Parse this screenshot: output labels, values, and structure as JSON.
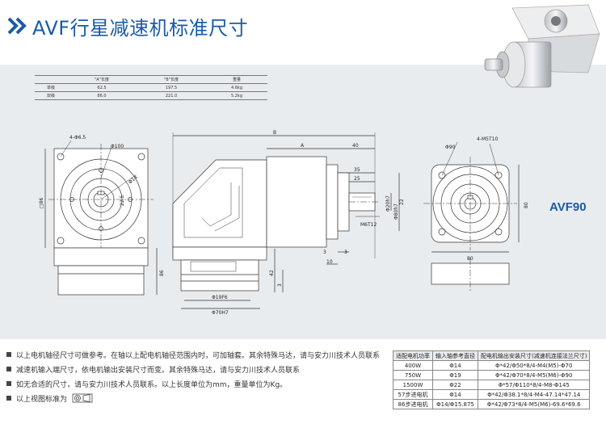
{
  "page_title": "AVF行星减速机标准尺寸",
  "model_label": "AVF90",
  "spec_table": {
    "headers": [
      "",
      "\"A\"长度",
      "\"B\"长度",
      "重量"
    ],
    "rows": [
      [
        "单级",
        "62.5",
        "197.5",
        "4.6kg"
      ],
      [
        "双级",
        "86.0",
        "221.0",
        "5.2kg"
      ]
    ]
  },
  "dimensions": {
    "side_view": {
      "hole": "4-Φ6.5",
      "pcd": "Φ100",
      "shaft": "Φ14",
      "depth": "22.5",
      "square": "□86",
      "height": "86"
    },
    "middle_view": {
      "B": "B",
      "A": "A",
      "d40": "40",
      "d35": "35",
      "d25": "25",
      "d20h7": "Φ20h7",
      "d80h7": "Φ80h7",
      "thread": "M6T12",
      "d22": "22",
      "d10": "10",
      "d3a": "3",
      "d3b": "3",
      "d42": "42",
      "d19f6": "Φ19F6",
      "d70h7": "Φ70H7"
    },
    "front_view": {
      "hole": "4-M5T10",
      "pcd": "Φ90",
      "width": "80",
      "height": "80"
    }
  },
  "notes": [
    "以上电机轴径尺寸可做参考。在轴以上配电机轴径范围内时，可加轴套。其余特殊马达，请与安力川技术人员联系",
    "减速机输入端尺寸，依电机输出安装尺寸而变。其余特殊马达，请与安力川技术人员联系",
    "如无合适的尺寸，请与安力川技术人员联系。以上长度单位为mm，重量单位为Kg。",
    "以上视图标准为"
  ],
  "motor_table": {
    "headers": [
      "适配电机功率",
      "输入轴参考直径",
      "配电机输出安装尺寸(减速机连接法兰尺寸)"
    ],
    "rows": [
      [
        "400W",
        "Φ14",
        "Φ*42/Φ50*8/4-M4(M5)-Φ70"
      ],
      [
        "750W",
        "Φ19",
        "Φ*42/Φ70*8/4-M5(M6)-Φ90"
      ],
      [
        "1500W",
        "Φ22",
        "Φ*57/Φ110*8/4-M8-Φ145"
      ],
      [
        "57步进电机",
        "Φ14",
        "Φ*42/Φ38.1*8/4-M4-47.14*47.14"
      ],
      [
        "86步进电机",
        "Φ14/Φ15.875",
        "Φ*42/Φ73*8/4-M5(M6)-69.6*69.6"
      ]
    ]
  },
  "colors": {
    "accent": "#1a5aa8",
    "panel": "#e9ecef",
    "line": "#333333"
  }
}
